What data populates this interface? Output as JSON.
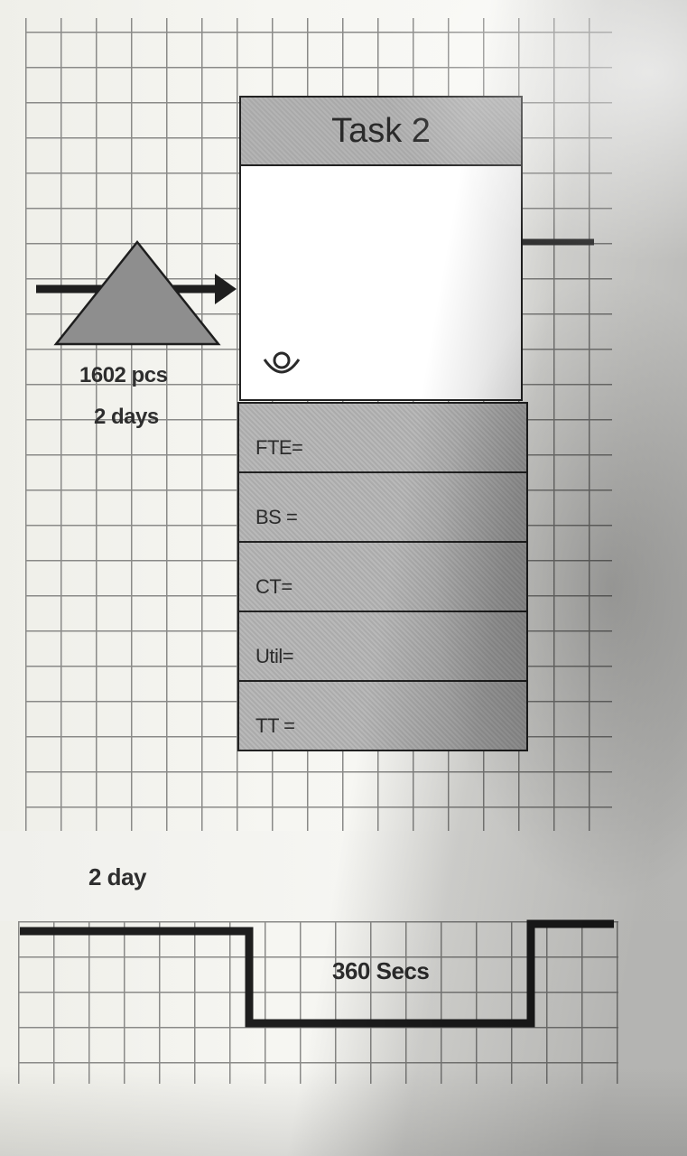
{
  "process": {
    "title": "Task 2",
    "metrics": [
      {
        "label": "FTE="
      },
      {
        "label": "BS ="
      },
      {
        "label": "CT="
      },
      {
        "label": "Util="
      },
      {
        "label": "TT ="
      }
    ]
  },
  "inventory": {
    "quantity": "1602 pcs",
    "time": "2 days"
  },
  "timeline": {
    "waiting_time": "2 day",
    "processing_time": "360 Secs"
  }
}
